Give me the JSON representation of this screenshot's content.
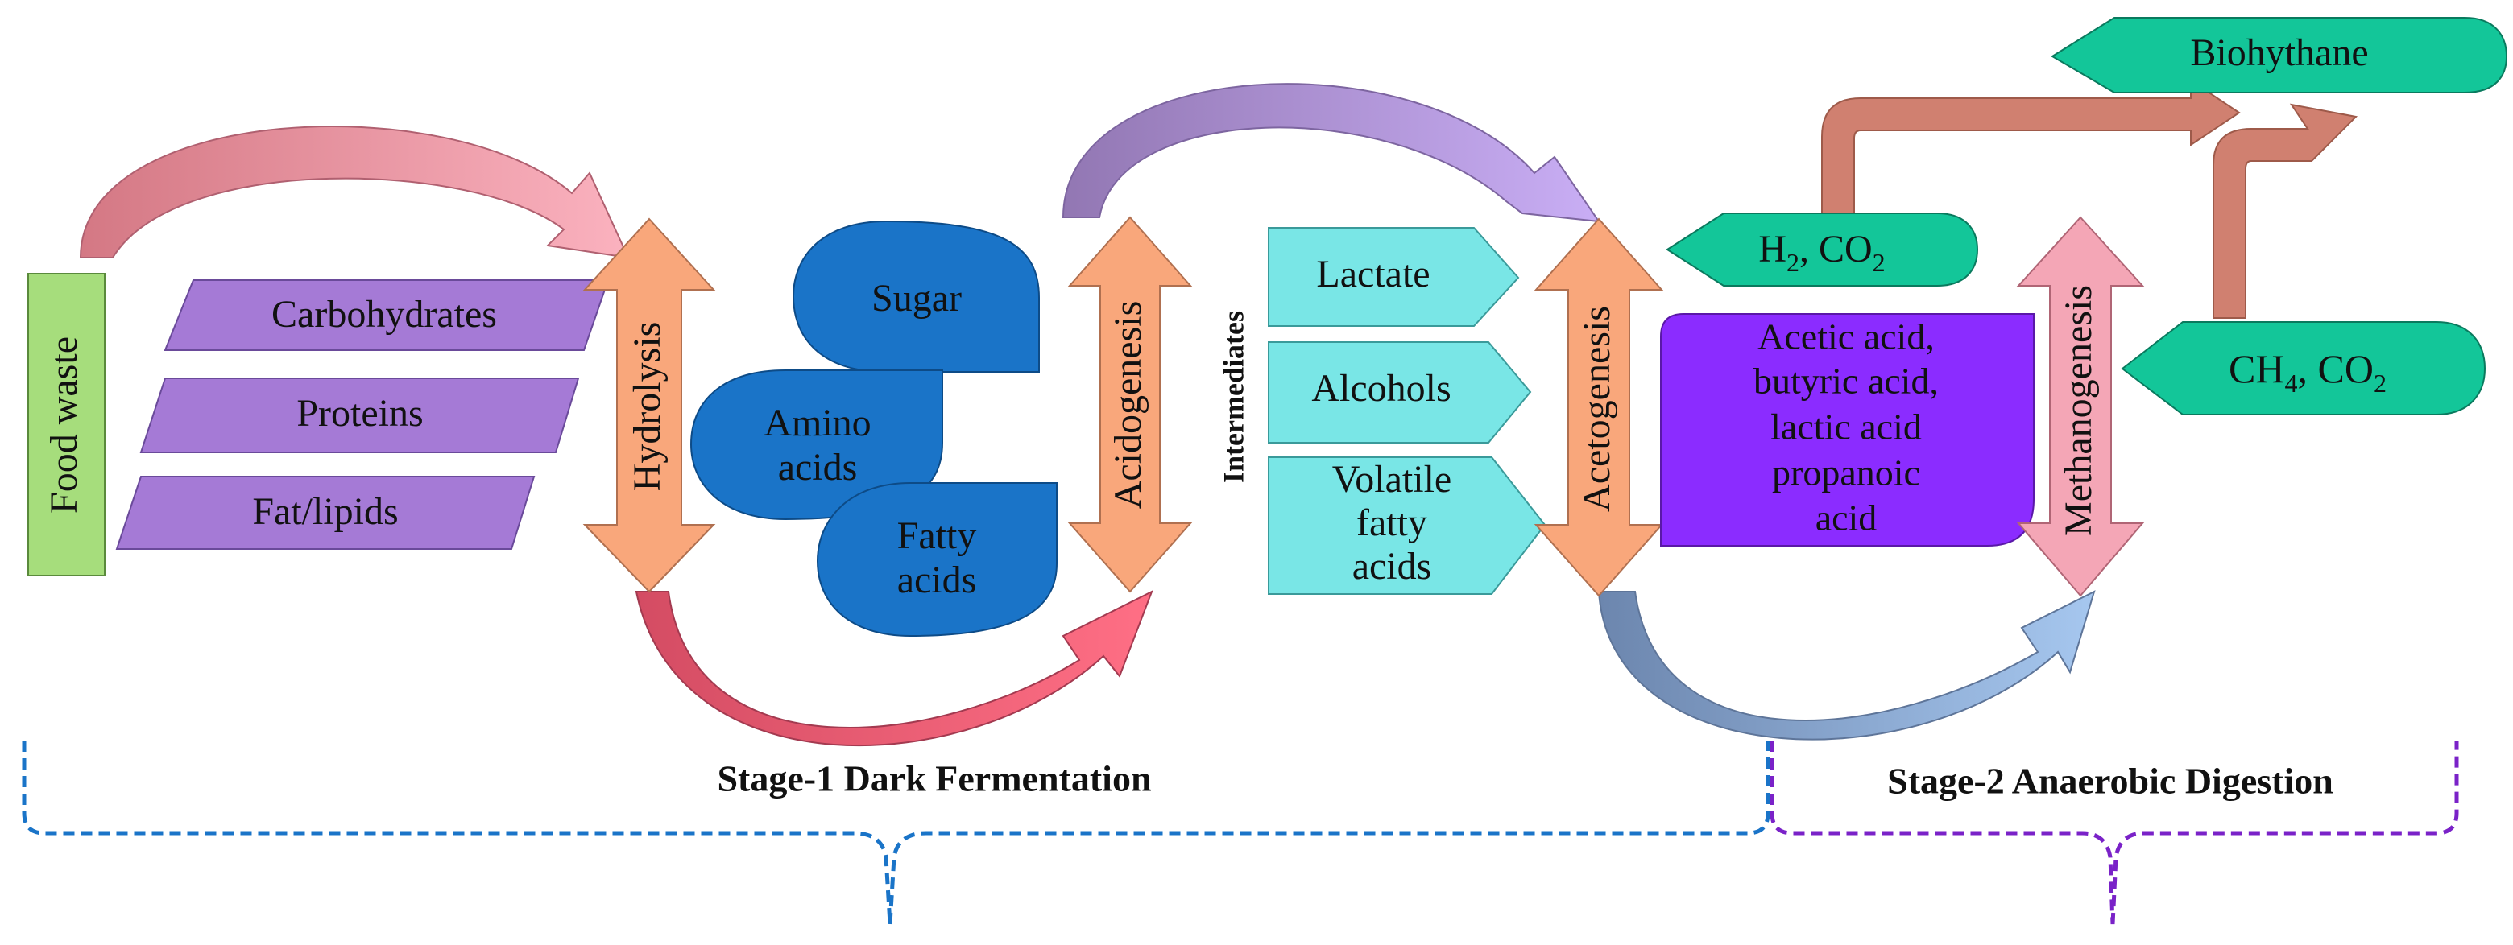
{
  "input": {
    "food_waste": "Food waste"
  },
  "substrates": [
    "Carbohydrates",
    "Proteins",
    "Fat/lipids"
  ],
  "processes": {
    "hydrolysis": "Hydrolysis",
    "acidogenesis": "Acidogenesis",
    "acetogenesis": "Acetogenesis",
    "methanogenesis": "Methanogenesis"
  },
  "monomers": {
    "sugar": "Sugar",
    "amino_1": "Amino",
    "amino_2": "acids",
    "fatty_1": "Fatty",
    "fatty_2": "acids"
  },
  "intermediates": {
    "label": "Intermediates",
    "lactate": "Lactate",
    "alcohols": "Alcohols",
    "vfa_1": "Volatile",
    "vfa_2": "fatty",
    "vfa_3": "acids"
  },
  "acids_box": [
    "Acetic acid,",
    "butyric acid,",
    "lactic acid",
    "propanoic",
    "acid"
  ],
  "gases": {
    "h2": "H",
    "h2_sub": "2",
    "h2_rest": ", CO",
    "h2_co2_sub": "2",
    "ch4": "CH",
    "ch4_sub": "4",
    "ch4_rest": ", CO",
    "ch4_co2_sub": "2",
    "biohythane": "Biohythane"
  },
  "stages": {
    "stage1": "Stage-1 Dark Fermentation",
    "stage2": "Stage-2 Anaerobic Digestion"
  },
  "colors": {
    "green_box": "#a6dd7c",
    "purple_para": "#a57ad6",
    "orange_arrow": "#f9a77b",
    "blue_drop": "#1a74c8",
    "cyan_pent": "#79e6e6",
    "violet_box": "#8b2cff",
    "pink_arrow": "#f4a6b6",
    "teal_gas": "#13c699",
    "brown_arrow": "#d08070"
  }
}
